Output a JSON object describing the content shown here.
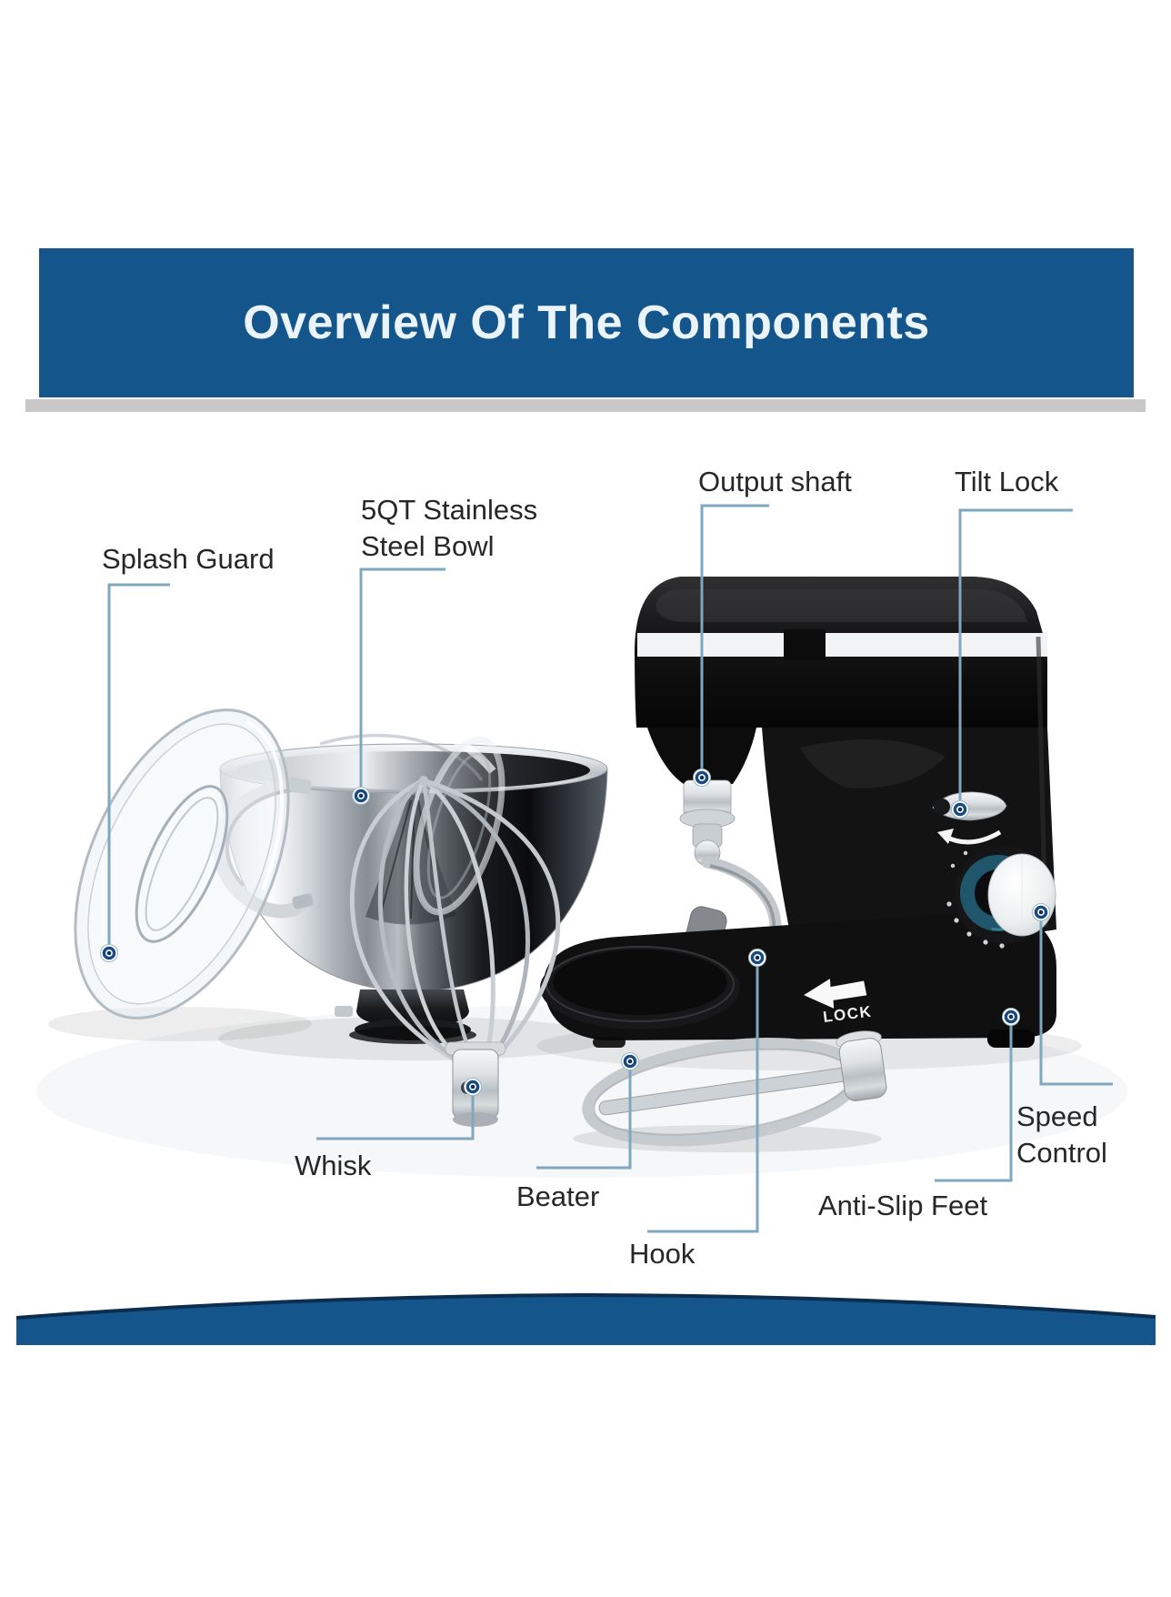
{
  "banner": {
    "title": "Overview Of The Components"
  },
  "labels": {
    "splash_guard": {
      "text": "Splash Guard"
    },
    "bowl": {
      "line1": "5QT Stainless",
      "line2": "Steel Bowl"
    },
    "output_shaft": {
      "text": "Output shaft"
    },
    "tilt_lock": {
      "text": "Tilt Lock"
    },
    "whisk": {
      "text": "Whisk"
    },
    "beater": {
      "text": "Beater"
    },
    "hook": {
      "text": "Hook"
    },
    "anti_slip_feet": {
      "text": "Anti-Slip Feet"
    },
    "speed_control": {
      "line1": "Speed",
      "line2": "Control"
    }
  },
  "product": {
    "lock_label": "LOCK"
  },
  "theme": {
    "page-bg": "#ffffff",
    "banner-bg": "#14568c",
    "banner-text": "#ecf4fb",
    "divider": "#c8c8c8",
    "arc-fill": "#14568c",
    "arc-edge": "#0d2e4f",
    "leader": "#7fa7bd",
    "dot-ring": "#194a80",
    "dot-core": "#122f55",
    "label-color": "#272727"
  }
}
